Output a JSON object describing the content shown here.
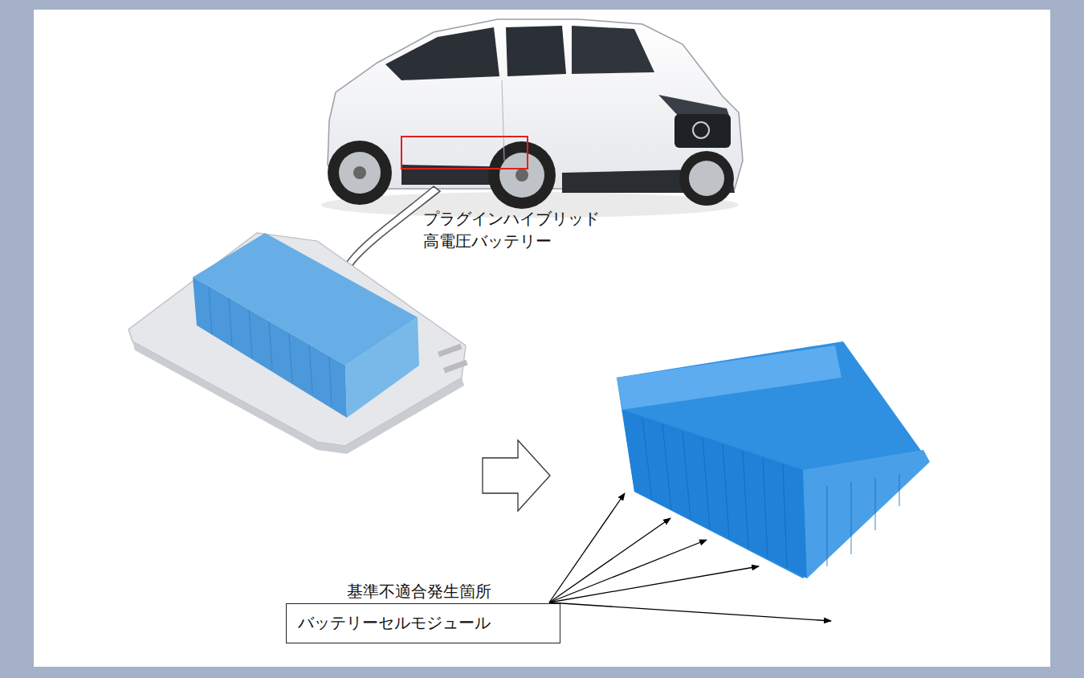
{
  "diagram": {
    "nodes": [
      {
        "text": [
          "バッテリーセルモジュール"
        ]
      }
    ],
    "labels": [
      "プラグインハイブリッド 高電圧バッテリー",
      "基準不適合発生箇所"
    ]
  }
}
